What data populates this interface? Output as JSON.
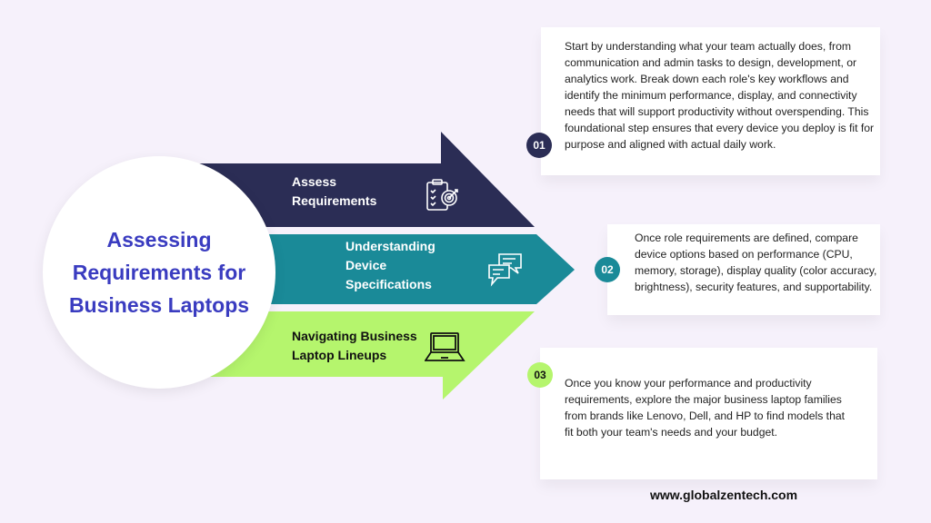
{
  "title": "Assessing Requirements for Business Laptops",
  "colors": {
    "navy": "#2b2d55",
    "teal": "#1a8a98",
    "green": "#b5f56d",
    "title": "#3a3cc0"
  },
  "steps": [
    {
      "number": "01",
      "label_line1": "Assess",
      "label_line2": "Requirements",
      "icon": "clipboard-target-icon",
      "text": "Start by understanding what your team actually does, from communication and admin tasks to design, development, or analytics work. Break down each role's key workflows and identify the minimum performance, display, and connectivity needs that will support productivity without overspending. This foundational step ensures that every device you deploy is fit for purpose and aligned with actual daily work."
    },
    {
      "number": "02",
      "label_line1": "Understanding",
      "label_line2": "Device",
      "label_line3": "Specifications",
      "icon": "chat-bubbles-icon",
      "text": "Once role requirements are defined, compare device options based on performance (CPU, memory, storage), display quality (color accuracy, brightness), security features, and supportability."
    },
    {
      "number": "03",
      "label_line1": "Navigating Business",
      "label_line2": "Laptop Lineups",
      "icon": "laptop-icon",
      "text": "Once you know your performance and productivity requirements, explore the major business laptop families from brands like Lenovo, Dell, and HP to find models that fit both your team's needs and your budget."
    }
  ],
  "footer": "www.globalzentech.com"
}
